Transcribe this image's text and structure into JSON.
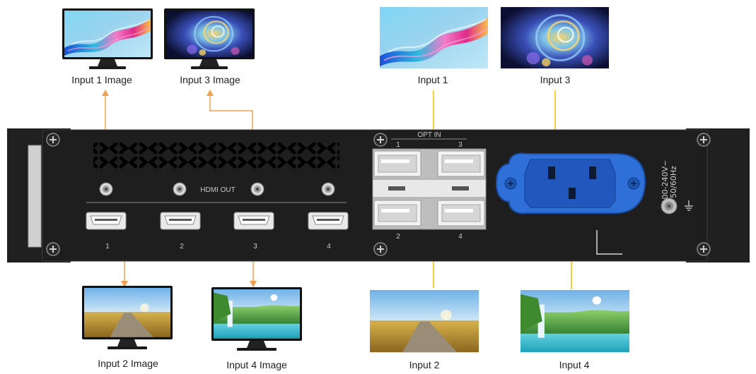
{
  "top_images": {
    "input1_image": "Input 1 Image",
    "input3_image": "Input 3 Image",
    "input1": "Input 1",
    "input3": "Input 3"
  },
  "bottom_images": {
    "input2_image": "Input 2 Image",
    "input4_image": "Input 4 Image",
    "input2": "Input 2",
    "input4": "Input 4"
  },
  "panel": {
    "hdmi_out_label": "HDMI OUT",
    "hdmi_ports": [
      "1",
      "2",
      "3",
      "4"
    ],
    "opt_in_label": "OPT IN",
    "opt_ports": [
      "1",
      "2",
      "3",
      "4"
    ],
    "ac_line1": "100-240V~",
    "ac_line2": "50/60Hz"
  },
  "colors": {
    "hdmi_signal": "#f0a050",
    "optical_signal": "#f2c200",
    "panel": "#1e1e1e",
    "power_socket": "#2e6fd8"
  }
}
